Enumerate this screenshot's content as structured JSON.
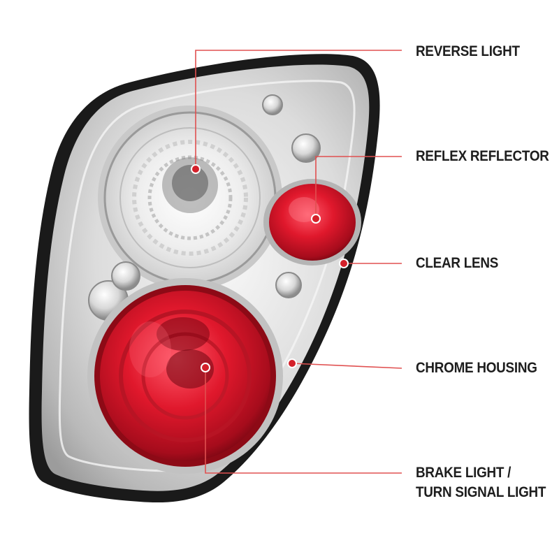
{
  "product": {
    "name": "Tail light assembly",
    "accent_color": "#d4202a",
    "leader_color": "#e05050"
  },
  "callouts": [
    {
      "id": "reverse-light",
      "lines": [
        "REVERSE LIGHT"
      ]
    },
    {
      "id": "reflex-reflector",
      "lines": [
        "REFLEX REFLECTOR"
      ]
    },
    {
      "id": "clear-lens",
      "lines": [
        "CLEAR LENS"
      ]
    },
    {
      "id": "chrome-housing",
      "lines": [
        "CHROME HOUSING"
      ]
    },
    {
      "id": "brake-turn-light",
      "lines": [
        "BRAKE LIGHT /",
        "TURN SIGNAL LIGHT"
      ]
    }
  ]
}
